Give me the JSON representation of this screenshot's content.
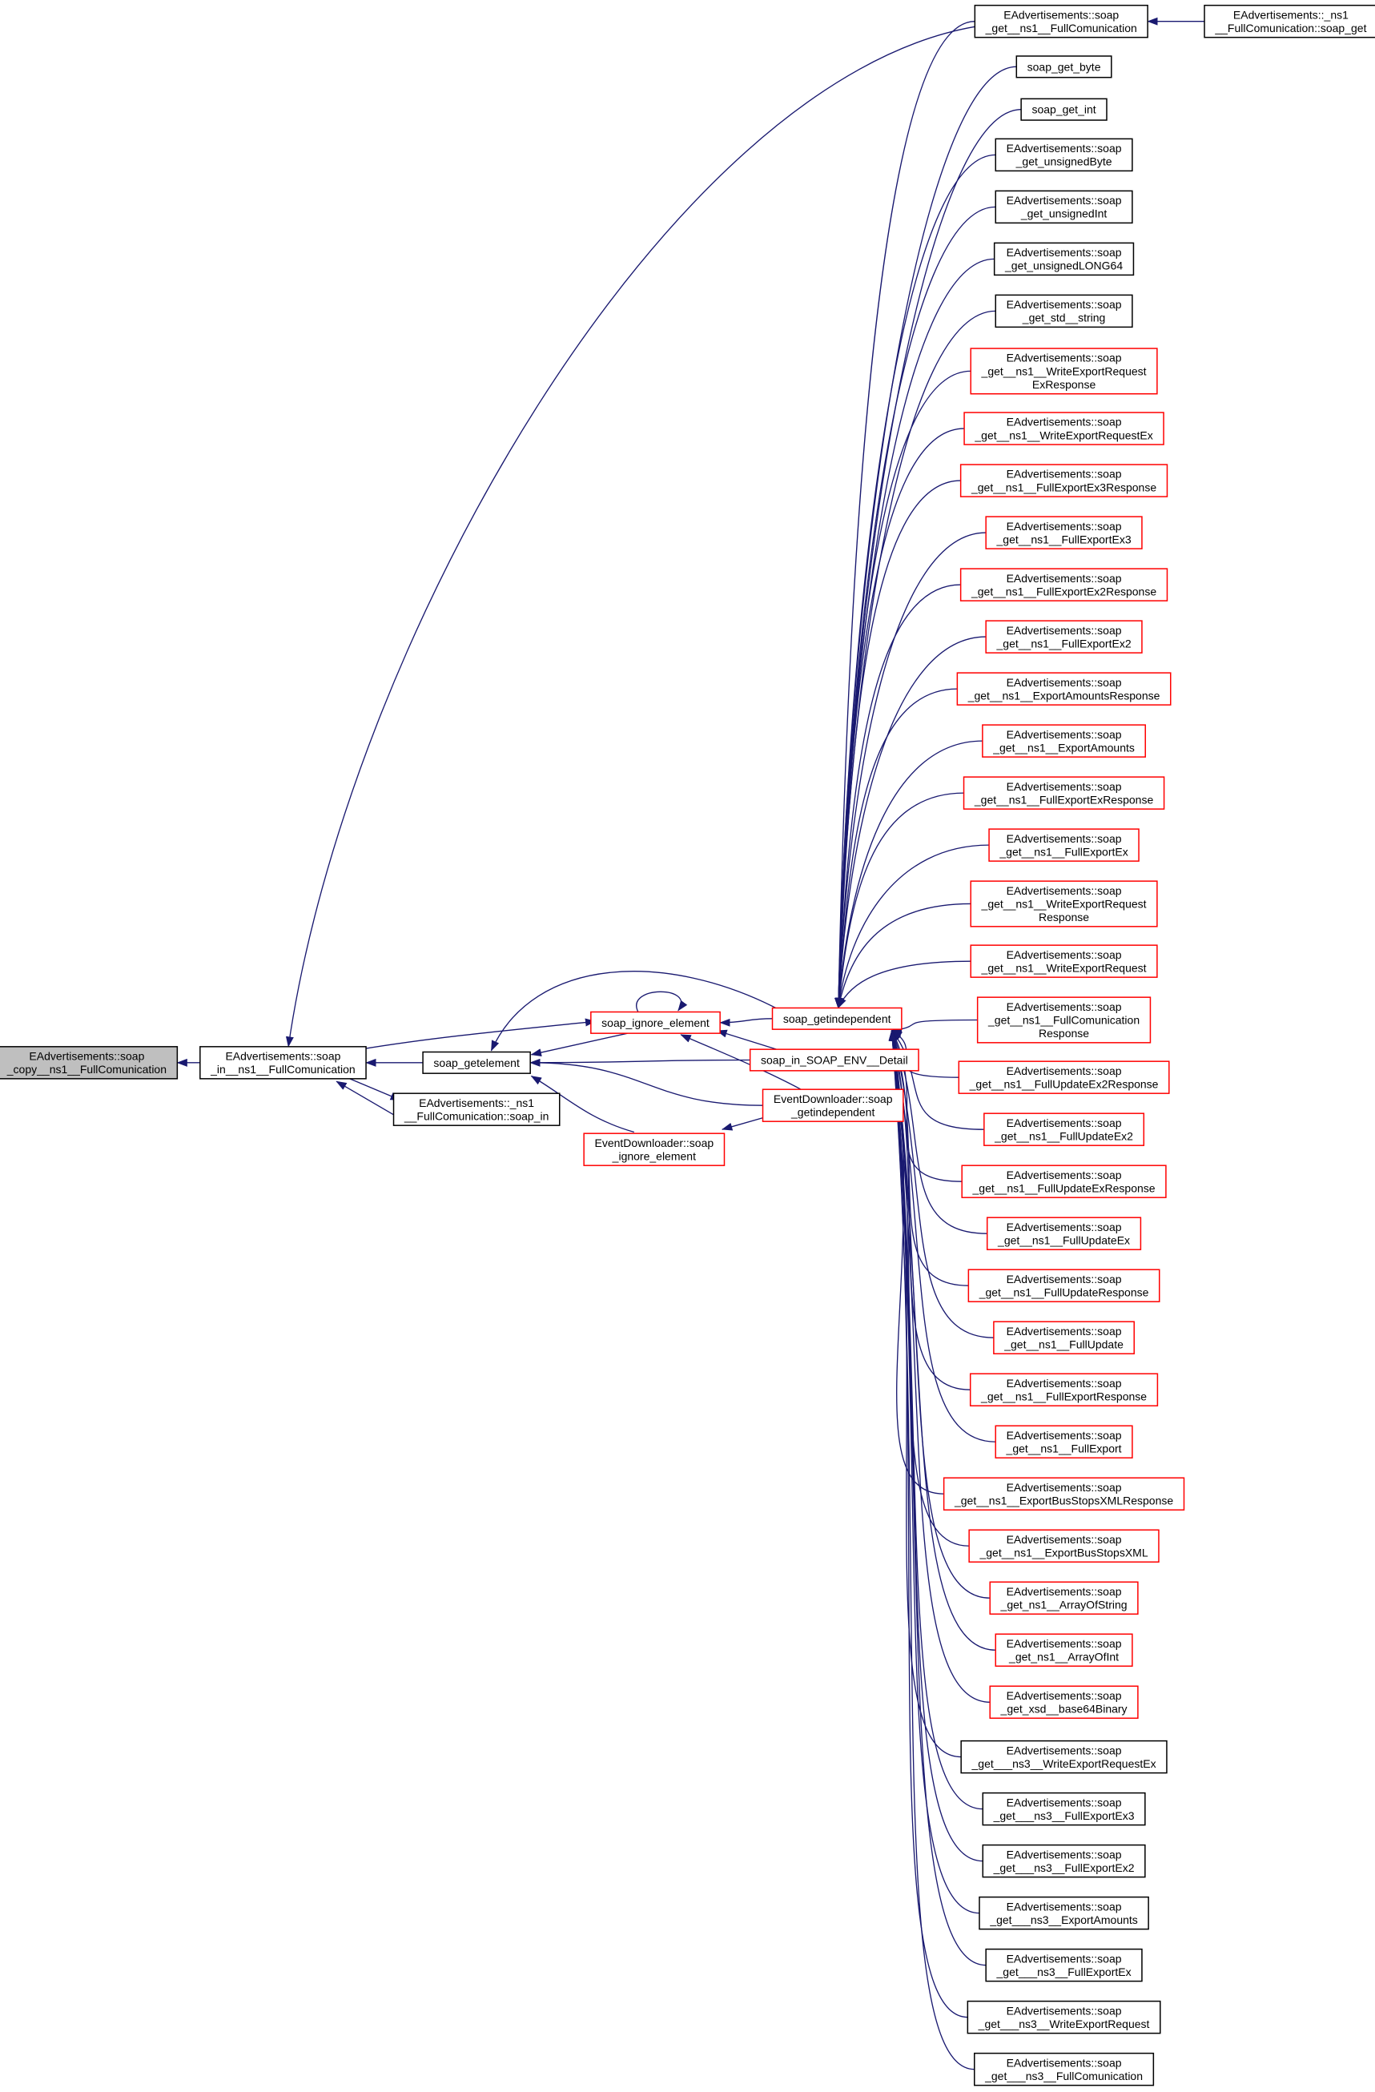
{
  "colors": {
    "edge": "#191970",
    "highlight_border": "#ff0000",
    "normal_border": "#000000",
    "focus_fill": "#bfbfbf"
  },
  "nodes": [
    {
      "id": "copy",
      "style": "gray",
      "lines": [
        "EAdvertisements::soap",
        "_copy__ns1__FullComunication"
      ]
    },
    {
      "id": "soapin",
      "style": "black",
      "lines": [
        "EAdvertisements::soap",
        "_in__ns1__FullComunication"
      ]
    },
    {
      "id": "getelement",
      "style": "black",
      "lines": [
        "soap_getelement"
      ]
    },
    {
      "id": "ns1soapin",
      "style": "black",
      "lines": [
        "EAdvertisements::_ns1",
        "__FullComunication::soap_in"
      ]
    },
    {
      "id": "ignore",
      "style": "red",
      "lines": [
        "soap_ignore_element"
      ]
    },
    {
      "id": "getindep",
      "style": "red",
      "lines": [
        "soap_getindependent"
      ]
    },
    {
      "id": "detail",
      "style": "red",
      "lines": [
        "soap_in_SOAP_ENV__Detail"
      ]
    },
    {
      "id": "edgetindep",
      "style": "red",
      "lines": [
        "EventDownloader::soap",
        "_getindependent"
      ]
    },
    {
      "id": "edignore",
      "style": "red",
      "lines": [
        "EventDownloader::soap",
        "_ignore_element"
      ]
    },
    {
      "id": "fcsoapget",
      "style": "black",
      "lines": [
        "EAdvertisements::_ns1",
        "__FullComunication::soap_get"
      ]
    },
    {
      "id": "r0",
      "style": "black",
      "lines": [
        "EAdvertisements::soap",
        "_get__ns1__FullComunication"
      ]
    },
    {
      "id": "r1",
      "style": "black",
      "lines": [
        "soap_get_byte"
      ]
    },
    {
      "id": "r2",
      "style": "black",
      "lines": [
        "soap_get_int"
      ]
    },
    {
      "id": "r3",
      "style": "black",
      "lines": [
        "EAdvertisements::soap",
        "_get_unsignedByte"
      ]
    },
    {
      "id": "r4",
      "style": "black",
      "lines": [
        "EAdvertisements::soap",
        "_get_unsignedInt"
      ]
    },
    {
      "id": "r5",
      "style": "black",
      "lines": [
        "EAdvertisements::soap",
        "_get_unsignedLONG64"
      ]
    },
    {
      "id": "r6",
      "style": "black",
      "lines": [
        "EAdvertisements::soap",
        "_get_std__string"
      ]
    },
    {
      "id": "r7",
      "style": "red",
      "lines": [
        "EAdvertisements::soap",
        "_get__ns1__WriteExportRequest",
        "ExResponse"
      ]
    },
    {
      "id": "r8",
      "style": "red",
      "lines": [
        "EAdvertisements::soap",
        "_get__ns1__WriteExportRequestEx"
      ]
    },
    {
      "id": "r9",
      "style": "red",
      "lines": [
        "EAdvertisements::soap",
        "_get__ns1__FullExportEx3Response"
      ]
    },
    {
      "id": "r10",
      "style": "red",
      "lines": [
        "EAdvertisements::soap",
        "_get__ns1__FullExportEx3"
      ]
    },
    {
      "id": "r11",
      "style": "red",
      "lines": [
        "EAdvertisements::soap",
        "_get__ns1__FullExportEx2Response"
      ]
    },
    {
      "id": "r12",
      "style": "red",
      "lines": [
        "EAdvertisements::soap",
        "_get__ns1__FullExportEx2"
      ]
    },
    {
      "id": "r13",
      "style": "red",
      "lines": [
        "EAdvertisements::soap",
        "_get__ns1__ExportAmountsResponse"
      ]
    },
    {
      "id": "r14",
      "style": "red",
      "lines": [
        "EAdvertisements::soap",
        "_get__ns1__ExportAmounts"
      ]
    },
    {
      "id": "r15",
      "style": "red",
      "lines": [
        "EAdvertisements::soap",
        "_get__ns1__FullExportExResponse"
      ]
    },
    {
      "id": "r16",
      "style": "red",
      "lines": [
        "EAdvertisements::soap",
        "_get__ns1__FullExportEx"
      ]
    },
    {
      "id": "r17",
      "style": "red",
      "lines": [
        "EAdvertisements::soap",
        "_get__ns1__WriteExportRequest",
        "Response"
      ]
    },
    {
      "id": "r18",
      "style": "red",
      "lines": [
        "EAdvertisements::soap",
        "_get__ns1__WriteExportRequest"
      ]
    },
    {
      "id": "r19",
      "style": "red",
      "lines": [
        "EAdvertisements::soap",
        "_get__ns1__FullComunication",
        "Response"
      ]
    },
    {
      "id": "r20",
      "style": "red",
      "lines": [
        "EAdvertisements::soap",
        "_get__ns1__FullUpdateEx2Response"
      ]
    },
    {
      "id": "r21",
      "style": "red",
      "lines": [
        "EAdvertisements::soap",
        "_get__ns1__FullUpdateEx2"
      ]
    },
    {
      "id": "r22",
      "style": "red",
      "lines": [
        "EAdvertisements::soap",
        "_get__ns1__FullUpdateExResponse"
      ]
    },
    {
      "id": "r23",
      "style": "red",
      "lines": [
        "EAdvertisements::soap",
        "_get__ns1__FullUpdateEx"
      ]
    },
    {
      "id": "r24",
      "style": "red",
      "lines": [
        "EAdvertisements::soap",
        "_get__ns1__FullUpdateResponse"
      ]
    },
    {
      "id": "r25",
      "style": "red",
      "lines": [
        "EAdvertisements::soap",
        "_get__ns1__FullUpdate"
      ]
    },
    {
      "id": "r26",
      "style": "red",
      "lines": [
        "EAdvertisements::soap",
        "_get__ns1__FullExportResponse"
      ]
    },
    {
      "id": "r27",
      "style": "red",
      "lines": [
        "EAdvertisements::soap",
        "_get__ns1__FullExport"
      ]
    },
    {
      "id": "r28",
      "style": "red",
      "lines": [
        "EAdvertisements::soap",
        "_get__ns1__ExportBusStopsXMLResponse"
      ]
    },
    {
      "id": "r29",
      "style": "red",
      "lines": [
        "EAdvertisements::soap",
        "_get__ns1__ExportBusStopsXML"
      ]
    },
    {
      "id": "r30",
      "style": "red",
      "lines": [
        "EAdvertisements::soap",
        "_get_ns1__ArrayOfString"
      ]
    },
    {
      "id": "r31",
      "style": "red",
      "lines": [
        "EAdvertisements::soap",
        "_get_ns1__ArrayOfInt"
      ]
    },
    {
      "id": "r32",
      "style": "red",
      "lines": [
        "EAdvertisements::soap",
        "_get_xsd__base64Binary"
      ]
    },
    {
      "id": "r33",
      "style": "black",
      "lines": [
        "EAdvertisements::soap",
        "_get___ns3__WriteExportRequestEx"
      ]
    },
    {
      "id": "r34",
      "style": "black",
      "lines": [
        "EAdvertisements::soap",
        "_get___ns3__FullExportEx3"
      ]
    },
    {
      "id": "r35",
      "style": "black",
      "lines": [
        "EAdvertisements::soap",
        "_get___ns3__FullExportEx2"
      ]
    },
    {
      "id": "r36",
      "style": "black",
      "lines": [
        "EAdvertisements::soap",
        "_get___ns3__ExportAmounts"
      ]
    },
    {
      "id": "r37",
      "style": "black",
      "lines": [
        "EAdvertisements::soap",
        "_get___ns3__FullExportEx"
      ]
    },
    {
      "id": "r38",
      "style": "black",
      "lines": [
        "EAdvertisements::soap",
        "_get___ns3__WriteExportRequest"
      ]
    },
    {
      "id": "r39",
      "style": "black",
      "lines": [
        "EAdvertisements::soap",
        "_get___ns3__FullComunication"
      ]
    }
  ],
  "edges": [
    {
      "from": "soapin",
      "to": "copy"
    },
    {
      "from": "getelement",
      "to": "soapin"
    },
    {
      "from": "ns1soapin",
      "to": "soapin"
    },
    {
      "from": "soapin",
      "to": "ns1soapin"
    },
    {
      "from": "r0",
      "to": "soapin"
    },
    {
      "from": "soapin",
      "to": "ignore"
    },
    {
      "from": "ignore",
      "to": "getelement"
    },
    {
      "from": "getindep",
      "to": "getelement"
    },
    {
      "from": "ignore",
      "to": "ignore"
    },
    {
      "from": "getindep",
      "to": "ignore"
    },
    {
      "from": "detail",
      "to": "ignore"
    },
    {
      "from": "detail",
      "to": "getelement"
    },
    {
      "from": "edgetindep",
      "to": "getelement"
    },
    {
      "from": "edgetindep",
      "to": "ignore"
    },
    {
      "from": "edignore",
      "to": "getelement"
    },
    {
      "from": "edgetindep",
      "to": "edignore"
    },
    {
      "from": "fcsoapget",
      "to": "r0"
    }
  ],
  "hub_callers_of": "getindep"
}
